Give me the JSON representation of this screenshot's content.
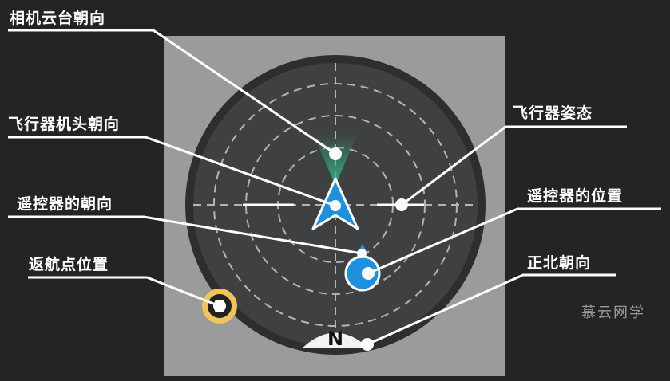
{
  "labels": {
    "gimbal_heading": "相机云台朝向",
    "aircraft_heading": "飞行器机头朝向",
    "rc_heading": "遥控器的朝向",
    "home_point": "返航点位置",
    "aircraft_attitude": "飞行器姿态",
    "rc_position": "遥控器的位置",
    "true_north": "正北朝向"
  },
  "compass": {
    "north_letter": "N"
  },
  "watermark": "慕云网学",
  "colors": {
    "background": "#242424",
    "panel": "#9b9b9b",
    "radar_outer": "#2e2e2e",
    "radar_inner": "#3f4042",
    "aircraft": "#1f8fe0",
    "gimbal_beam": "#2fb489",
    "home_ring": "#f0c45a",
    "callout_line": "#ffffff"
  },
  "icons": {
    "aircraft": "aircraft-arrow-icon",
    "remote_controller": "remote-controller-icon",
    "home_point": "home-point-icon",
    "north": "north-indicator-icon"
  }
}
